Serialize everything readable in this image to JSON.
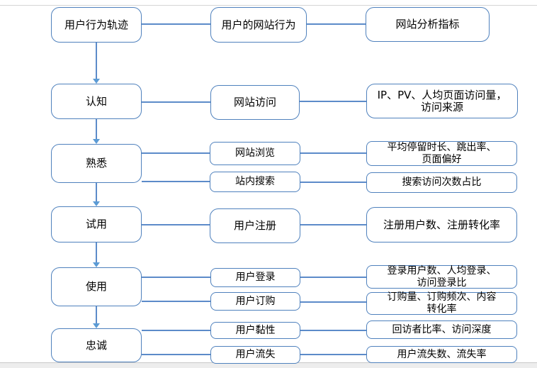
{
  "colors": {
    "box_border": "#4f81bd",
    "connector_line": "#5c8bc9",
    "arrowhead": "#5b9bd5",
    "text": "#000000",
    "page_background": "#ffffff",
    "bottom_margin_bar": "#ededed",
    "top_rule": "#d5d5d5"
  },
  "diagram": {
    "stages": [
      {
        "label": "用户行为轨迹"
      },
      {
        "label": "认知"
      },
      {
        "label": "熟悉"
      },
      {
        "label": "试用"
      },
      {
        "label": "使用"
      },
      {
        "label": "忠诚"
      }
    ],
    "behaviors": [
      {
        "label": "用户的网站行为"
      },
      {
        "label": "网站访问"
      },
      {
        "label": "网站浏览"
      },
      {
        "label": "站内搜索"
      },
      {
        "label": "用户注册"
      },
      {
        "label": "用户登录"
      },
      {
        "label": "用户订购"
      },
      {
        "label": "用户黏性"
      },
      {
        "label": "用户流失"
      }
    ],
    "metrics": [
      {
        "label": "网站分析指标"
      },
      {
        "label": "IP、PV、人均页面访问量，\n访问来源"
      },
      {
        "label": "平均停留时长、跳出率、\n页面偏好"
      },
      {
        "label": "搜索访问次数占比"
      },
      {
        "label": "注册用户数、注册转化率"
      },
      {
        "label": "登录用户数、人均登录、\n访问登录比"
      },
      {
        "label": "订购量、订购频次、内容\n转化率"
      },
      {
        "label": "回访者比率、访问深度"
      },
      {
        "label": "用户流失数、流失率"
      }
    ]
  }
}
